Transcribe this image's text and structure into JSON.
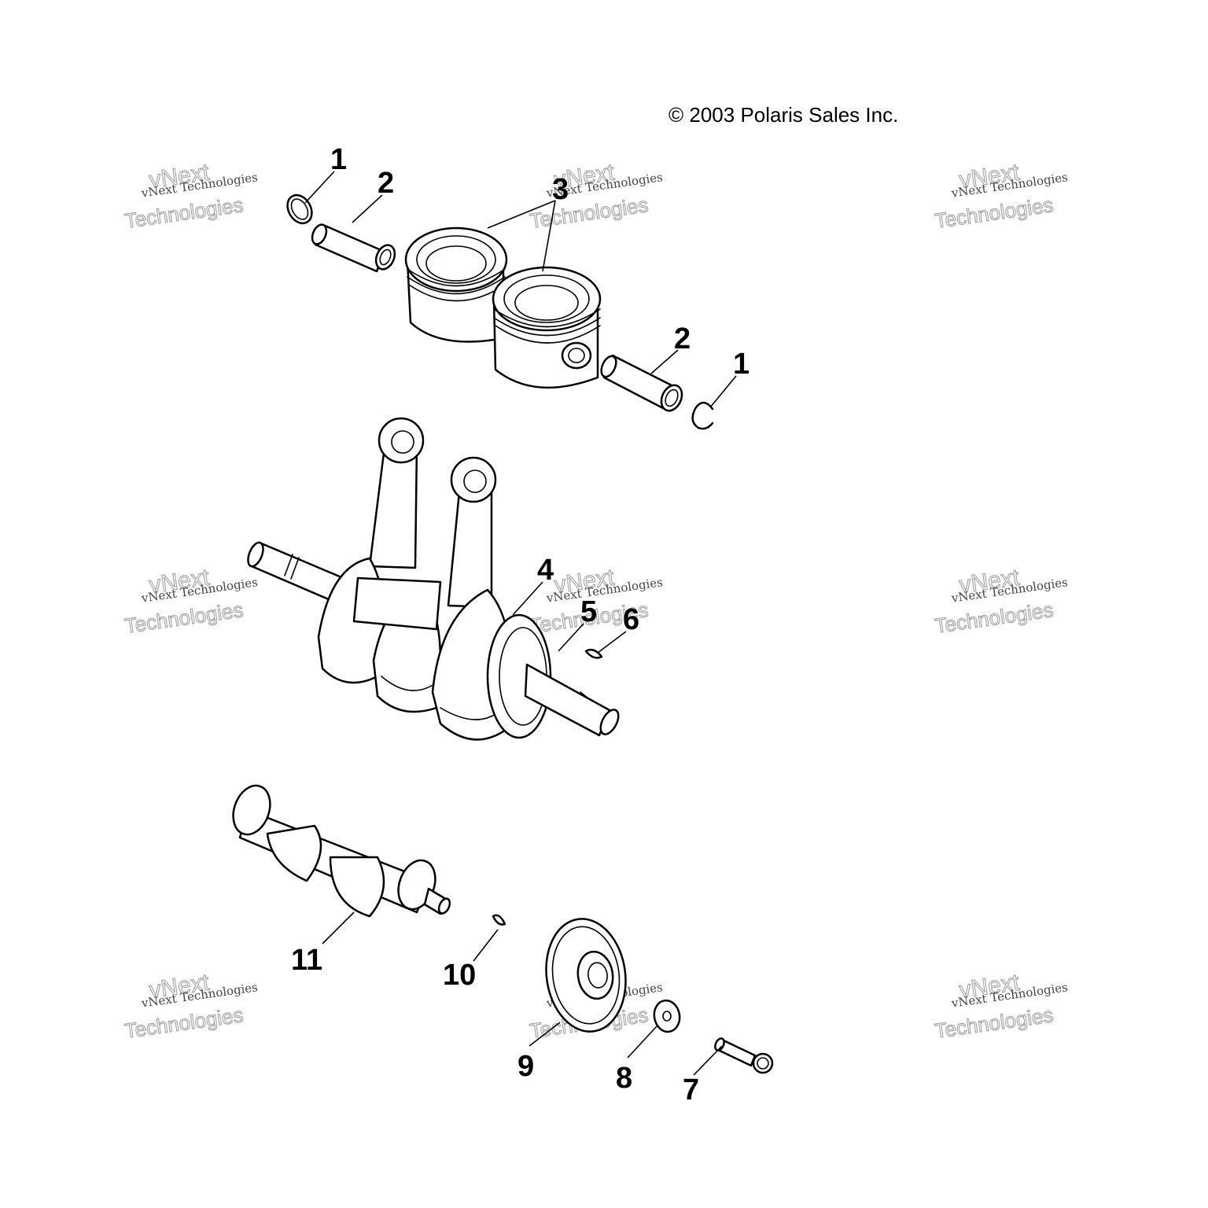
{
  "copyright": "© 2003 Polaris Sales Inc.",
  "watermark": {
    "line1": "vNext Technologies",
    "line2": "vNext",
    "line3": "Technologies"
  },
  "callouts": {
    "c1a": "1",
    "c2a": "2",
    "c3": "3",
    "c2b": "2",
    "c1b": "1",
    "c4": "4",
    "c5": "5",
    "c6": "6",
    "c7": "7",
    "c8": "8",
    "c9": "9",
    "c10": "10",
    "c11": "11"
  }
}
